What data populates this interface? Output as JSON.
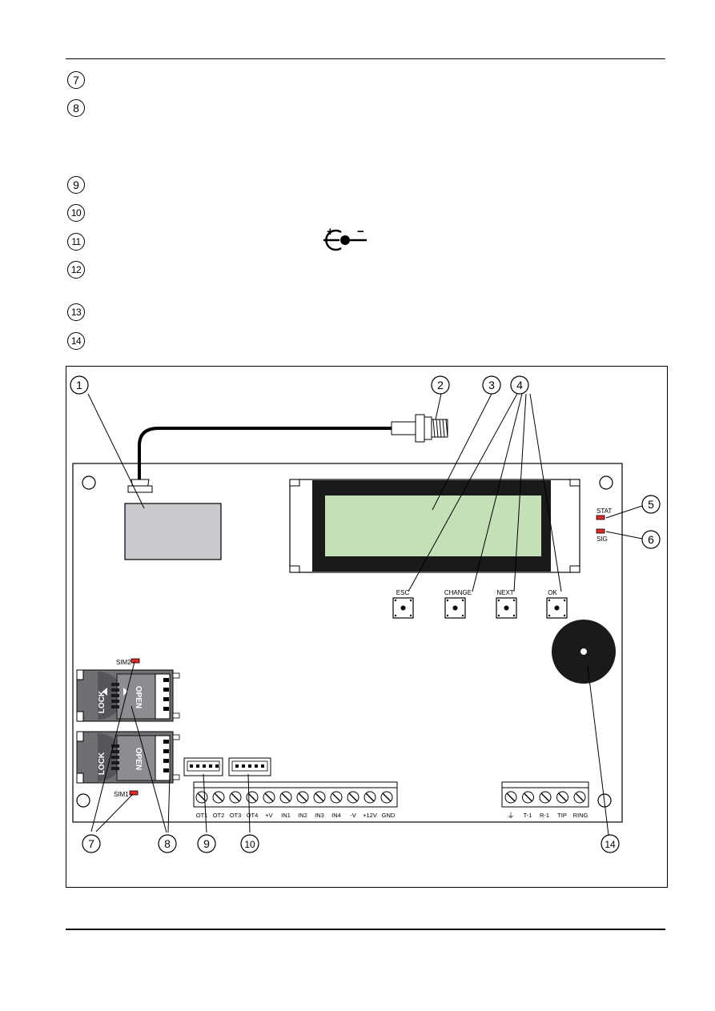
{
  "legend_numbers": [
    "7",
    "8",
    "9",
    "10",
    "11",
    "12",
    "13",
    "14"
  ],
  "callouts": [
    "1",
    "2",
    "3",
    "4",
    "5",
    "6",
    "7",
    "8",
    "9",
    "10",
    "14"
  ],
  "buttons": {
    "esc": "ESC",
    "change": "CHANGE",
    "next": "NEXT",
    "ok": "OK"
  },
  "leds": {
    "stat": "STAT",
    "sig": "SIG",
    "sim2": "SIM2",
    "sim1": "SIM1"
  },
  "sim_holder": {
    "lock": "LOCK",
    "open": "OPEN"
  },
  "terminals_io": [
    "OT1",
    "OT2",
    "OT3",
    "OT4",
    "+V",
    "IN1",
    "IN2",
    "IN3",
    "IN4",
    "-V",
    "+12V",
    "GND"
  ],
  "terminals_phone": [
    "⏚",
    "T-1",
    "R-1",
    "TIP",
    "RING"
  ],
  "power_symbol": {
    "plus": "+",
    "minus": "−"
  },
  "colors": {
    "lcd_screen": "#c3e0b6",
    "sim_card": "#c9cad0",
    "led_red": "#e32b2b",
    "holder_gray": "#6f7073"
  }
}
